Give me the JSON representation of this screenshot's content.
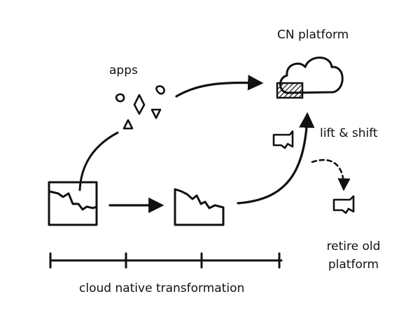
{
  "labels": {
    "cn_platform": "CN platform",
    "apps": "apps",
    "lift_shift": "lift & shift",
    "retire_line1": "retire old",
    "retire_line2": "platform",
    "timeline": "cloud native transformation"
  },
  "colors": {
    "ink": "#111111",
    "background": "#ffffff"
  }
}
